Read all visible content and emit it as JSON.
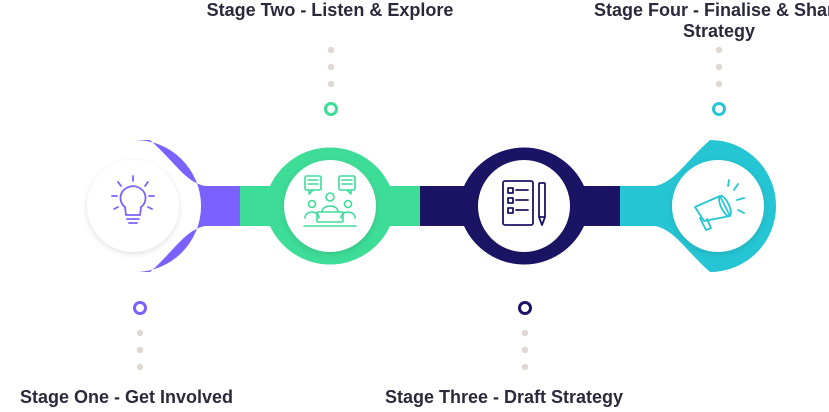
{
  "stages": [
    {
      "label": "Stage One - Get Involved",
      "color": "#7B61FF",
      "icon": "lightbulb-icon",
      "label_position": "bottom"
    },
    {
      "label": "Stage Two - Listen & Explore",
      "color": "#3DDC97",
      "icon": "meeting-discussion-icon",
      "label_position": "top"
    },
    {
      "label": "Stage Three - Draft Strategy",
      "color": "#1B1464",
      "icon": "checklist-pencil-icon",
      "label_position": "bottom"
    },
    {
      "label": "Stage Four - Finalise & Share Strategy",
      "color": "#25C5D3",
      "icon": "megaphone-icon",
      "label_position": "top"
    }
  ],
  "colors": {
    "dots": "#DED7D2",
    "label_text": "#2A2A3C"
  }
}
